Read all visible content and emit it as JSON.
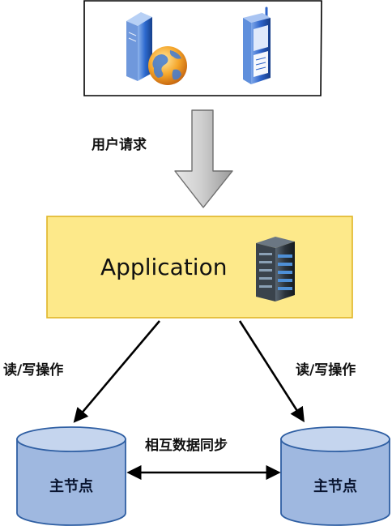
{
  "clients": {
    "icons": [
      "web-server-globe-icon",
      "mobile-phone-icon"
    ]
  },
  "request_label": "用户请求",
  "application": {
    "label": "Application",
    "icon": "server-rack-icon",
    "fill": "#fde98a",
    "stroke": "#e0b526"
  },
  "left_edge_label": "读/写操作",
  "right_edge_label": "读/写操作",
  "sync_label": "相互数据同步",
  "nodes": [
    {
      "label": "主节点",
      "icon": "database-cylinder-icon"
    },
    {
      "label": "主节点",
      "icon": "database-cylinder-icon"
    }
  ],
  "colors": {
    "db_fill": "#9fb8e0",
    "db_top": "#c5d5ee",
    "db_stroke": "#2f5fa3",
    "arrow": "#000000"
  }
}
